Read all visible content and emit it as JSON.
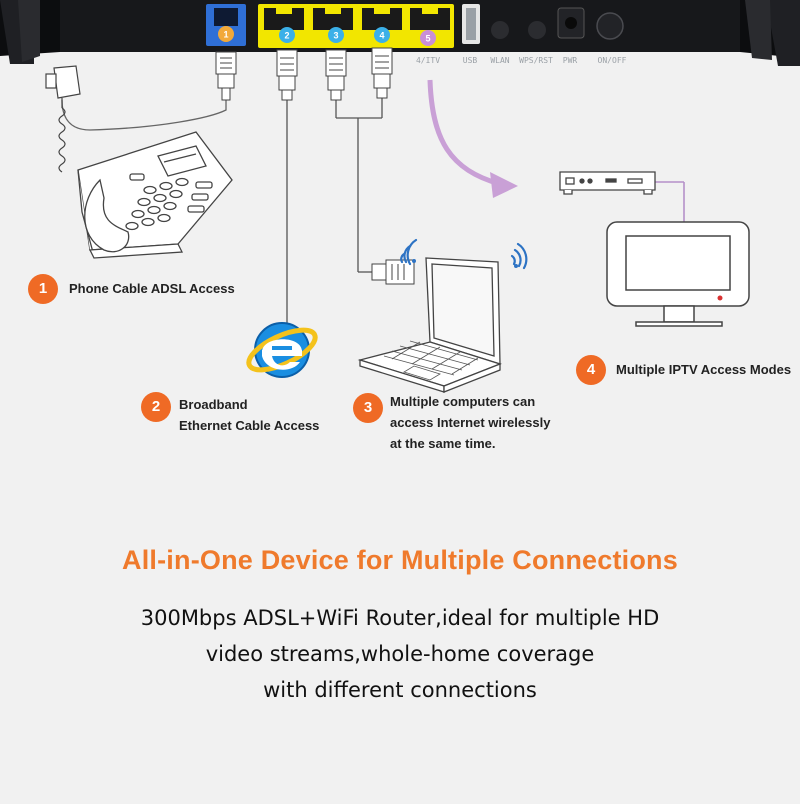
{
  "router_ports": {
    "phone_port_number": "1",
    "lan_port_numbers": [
      "2",
      "3",
      "4",
      "5"
    ],
    "labels": [
      "4/ITV",
      "USB",
      "WLAN",
      "WPS/RST",
      "PWR",
      "ON/OFF"
    ]
  },
  "callouts": [
    {
      "number": "1",
      "lines": [
        "Phone Cable ADSL Access"
      ]
    },
    {
      "number": "2",
      "lines": [
        "Broadband",
        "Ethernet Cable Access"
      ]
    },
    {
      "number": "3",
      "lines": [
        "Multiple computers can",
        "access Internet wirelessly",
        "at the same time."
      ]
    },
    {
      "number": "4",
      "lines": [
        "Multiple IPTV Access Modes"
      ]
    }
  ],
  "headline": "All-in-One Device for Multiple Connections",
  "description_lines": [
    "300Mbps ADSL+WiFi Router,ideal for multiple HD",
    "video streams,whole-home coverage",
    "with different connections"
  ],
  "colors": {
    "accent": "#ef6a25",
    "headline": "#ef7a2c",
    "phone_port": "#2f6fd6",
    "lan_port_highlight": "#f2e600",
    "lan_port_badge": "#3bb0e8",
    "iptv_port_badge": "#c98fd6",
    "iptv_cable": "#c9a0d6"
  },
  "icons": [
    "router-icon",
    "phone-icon",
    "internet-explorer-icon",
    "laptop-icon",
    "wifi-icon",
    "set-top-box-icon",
    "tv-icon",
    "ethernet-plug-icon",
    "phone-plug-icon",
    "wall-socket-icon"
  ]
}
